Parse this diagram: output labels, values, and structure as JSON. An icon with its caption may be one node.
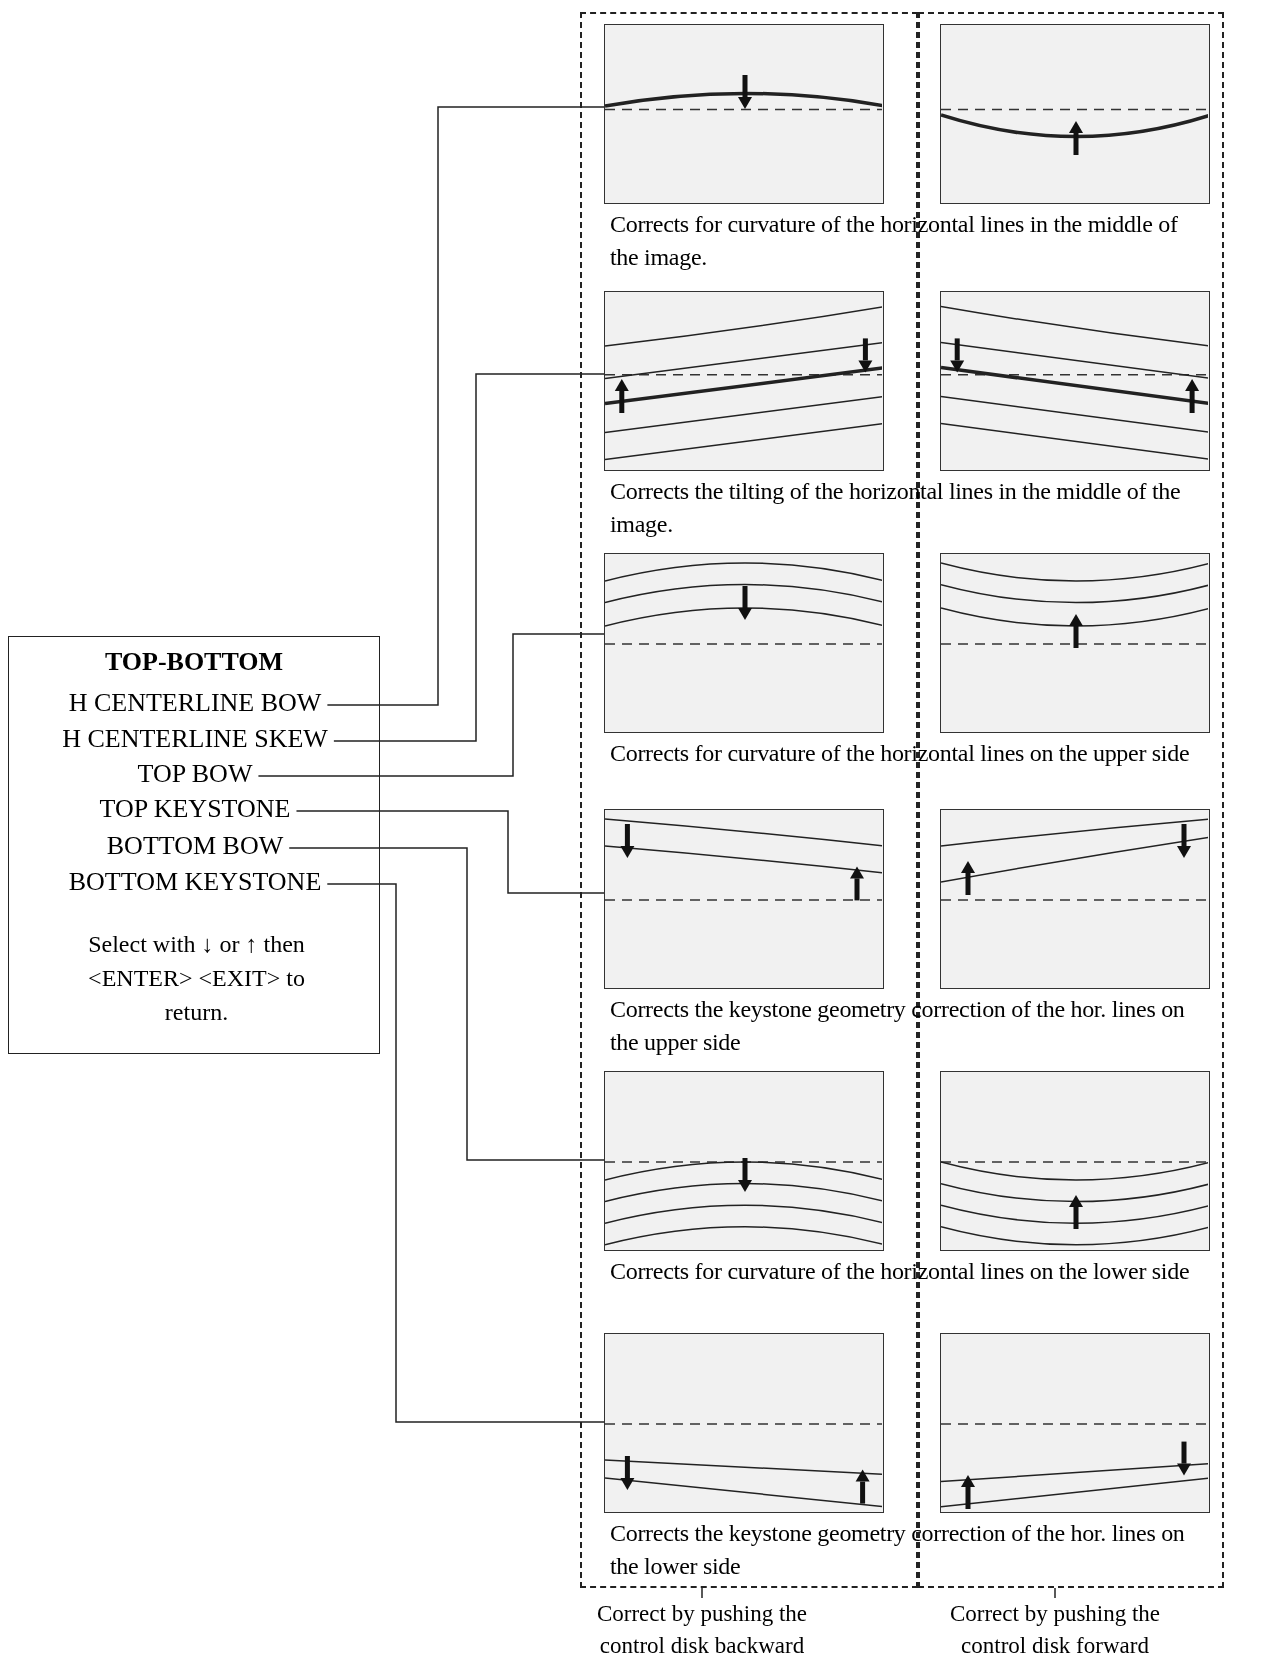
{
  "diagram": {
    "nodes": [
      {
        "text": [
          "TOP-BOTTOM",
          "Select with ↓ or ↑ then <ENTER> <EXIT> to return."
        ]
      },
      {
        "text": [
          "H CENTERLINE BOW"
        ],
        "in": 0
      },
      {
        "text": [
          "H CENTERLINE SKEW"
        ],
        "in": 0
      },
      {
        "text": [
          "TOP BOW"
        ],
        "in": 0
      },
      {
        "text": [
          "TOP KEYSTONE"
        ],
        "in": 0
      },
      {
        "text": [
          "BOTTOM BOW"
        ],
        "in": 0
      },
      {
        "text": [
          "BOTTOM KEYSTONE"
        ],
        "in": 0
      },
      {
        "text": [],
        "shape": "box"
      },
      {
        "text": [],
        "shape": "picture",
        "in": 7
      },
      {
        "text": [],
        "shape": "picture",
        "in": 7
      },
      {
        "text": [],
        "shape": "picture",
        "in": 7
      },
      {
        "text": [],
        "shape": "picture",
        "in": 7
      },
      {
        "text": [],
        "shape": "picture",
        "in": 7
      },
      {
        "text": [],
        "shape": "picture",
        "in": 7
      },
      {
        "text": [],
        "shape": "box"
      },
      {
        "text": [],
        "shape": "picture",
        "in": 14
      },
      {
        "text": [],
        "shape": "picture",
        "in": 14
      },
      {
        "text": [],
        "shape": "picture",
        "in": 14
      },
      {
        "text": [],
        "shape": "picture",
        "in": 14
      },
      {
        "text": [],
        "shape": "picture",
        "in": 14
      },
      {
        "text": [],
        "shape": "picture",
        "in": 14
      },
      {
        "text": [
          "Correct by pushing the control disk backward"
        ]
      },
      {
        "text": [
          "Correct by pushing the control disk forward"
        ]
      }
    ],
    "edges": [
      {
        "from": 1,
        "to": 8,
        "arrow": "none"
      },
      {
        "from": 2,
        "to": 9,
        "arrow": "none"
      },
      {
        "from": 3,
        "to": 10,
        "arrow": "none"
      },
      {
        "from": 4,
        "to": 11,
        "arrow": "none"
      },
      {
        "from": 5,
        "to": 12,
        "arrow": "none"
      },
      {
        "from": 6,
        "to": 13,
        "arrow": "none"
      },
      {
        "from": 21,
        "to": 7,
        "arrow": "none"
      },
      {
        "from": 22,
        "to": 14,
        "arrow": "none"
      }
    ],
    "labels": [
      "Corrects for curvature of the horizontal lines in the middle of the image.",
      "Corrects the tilting of the horizontal lines in the middle of the image.",
      "Corrects for curvature of the horizontal lines on the upper side",
      "Corrects the keystone geometry correction of the hor. lines on the upper side",
      "Corrects for curvature of the horizontal lines on the lower side",
      "Corrects the keystone geometry correction of the hor. lines on the lower side"
    ]
  }
}
